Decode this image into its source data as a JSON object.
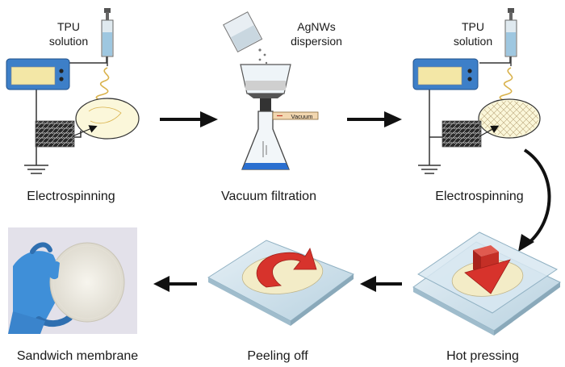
{
  "steps": [
    {
      "label": "Electrospinning"
    },
    {
      "label": "Vacuum filtration"
    },
    {
      "label": "Electrospinning"
    },
    {
      "label": "Hot pressing"
    },
    {
      "label": "Peeling off"
    },
    {
      "label": "Sandwich membrane"
    }
  ],
  "annotations": {
    "tpu_1": [
      "TPU",
      "solution"
    ],
    "agnws": [
      "AgNWs",
      "dispersion"
    ],
    "tpu_2": [
      "TPU",
      "solution"
    ],
    "vacuum": "Vacuum"
  },
  "colors": {
    "arrow": "#111111",
    "power_supply_blue": "#3d7fc8",
    "power_supply_yellow": "#f3e7a6",
    "collector_fill": "#fbf7da",
    "fiber_gold": "#d9b24c",
    "liquid_blue": "#2a6fd0",
    "glove_blue": "#3f8fd8",
    "red_arrow": "#d7332c",
    "glass_plate": "#cfe2ec"
  }
}
